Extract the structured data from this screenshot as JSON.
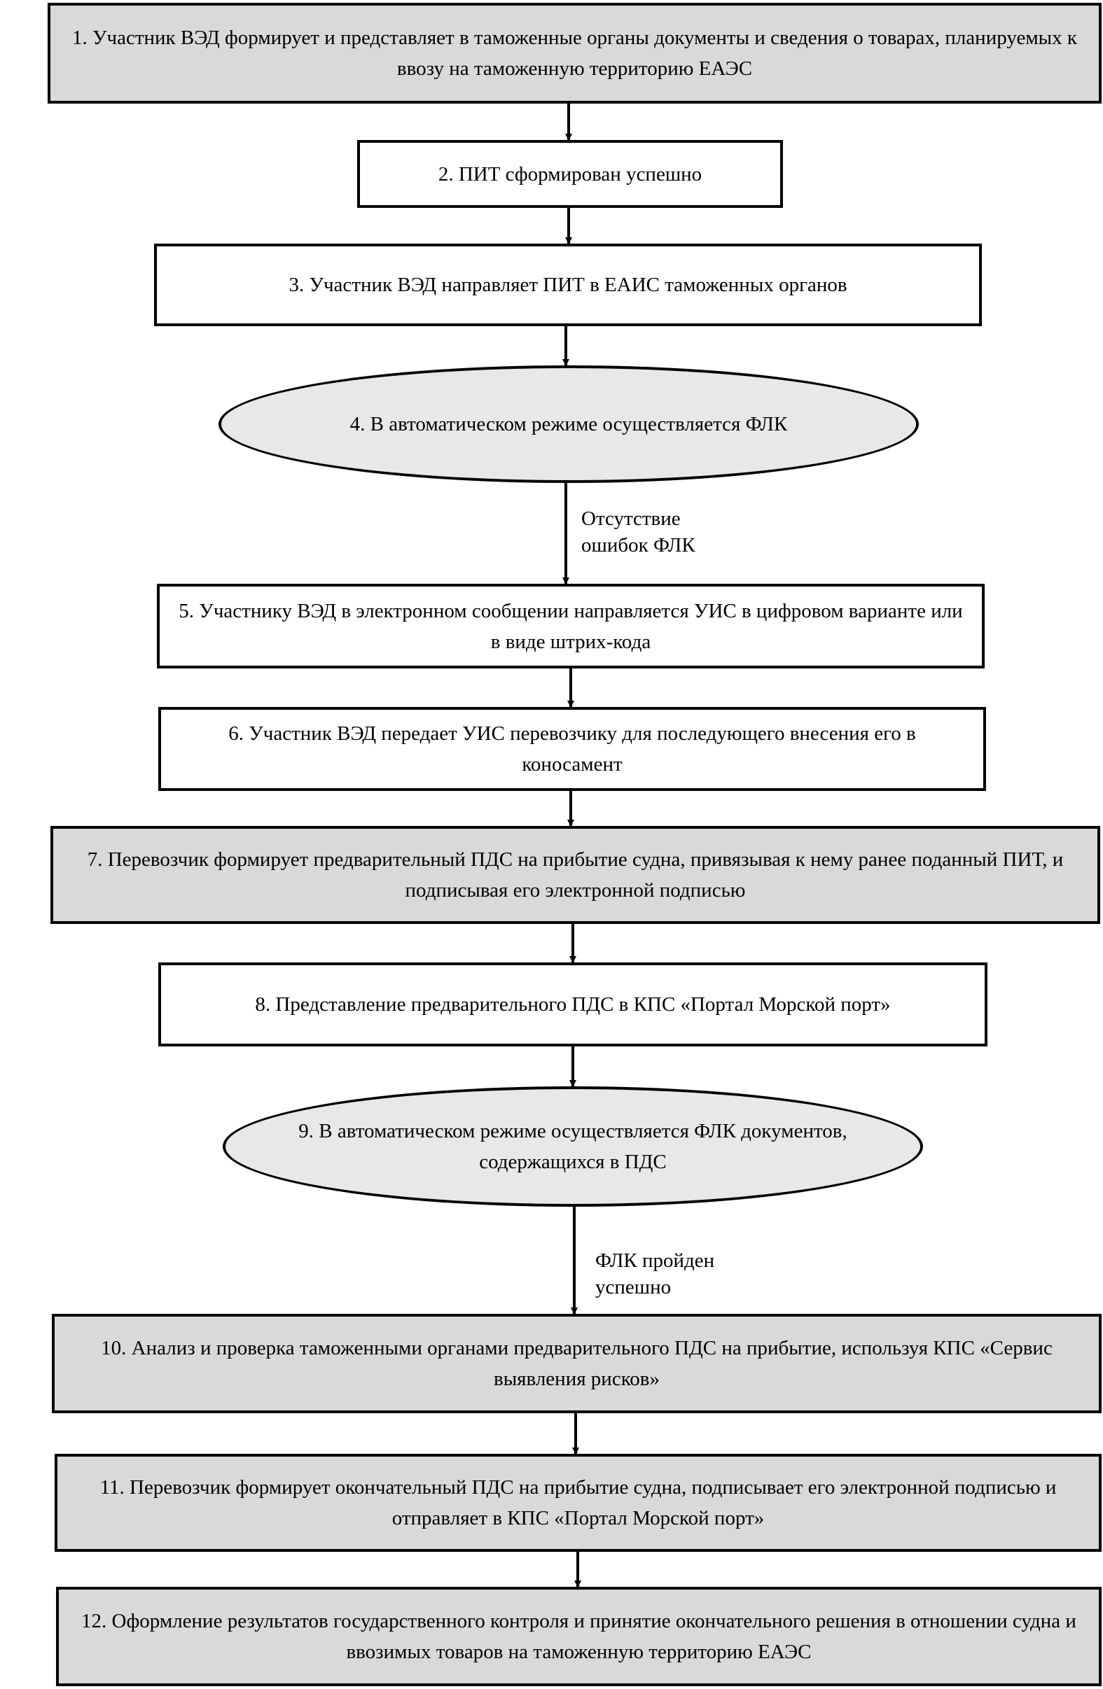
{
  "flowchart": {
    "steps": [
      "1. Участник ВЭД формирует и представляет в таможенные органы документы и сведения о товарах, планируемых к ввозу на таможенную территорию ЕАЭС",
      "2. ПИТ сформирован успешно",
      "3. Участник ВЭД направляет ПИТ в ЕАИС таможенных органов",
      "4. В автоматическом режиме осуществляется ФЛК",
      "5. Участнику ВЭД в электронном сообщении направляется УИС в цифровом варианте или в виде штрих-кода",
      "6. Участник ВЭД передает УИС перевозчику для последующего внесения его в коносамент",
      "7. Перевозчик формирует предварительный ПДС на прибытие судна, привязывая к нему ранее поданный ПИТ, и подписывая его электронной подписью",
      "8. Представление предварительного ПДС в КПС «Портал Морской порт»",
      "9. В автоматическом режиме осуществляется ФЛК документов, содержащихся в ПДС",
      "10. Анализ и проверка таможенными органами предварительного ПДС на прибытие, используя КПС «Сервис выявления рисков»",
      "11. Перевозчик формирует окончательный ПДС на прибытие судна, подписывает его электронной подписью и отправляет в КПС «Портал Морской порт»",
      "12. Оформление результатов государственного контроля и принятие окончательного решения в отношении судна и ввозимых товаров на таможенную территорию ЕАЭС"
    ],
    "edge_labels": {
      "after_step_4": "Отсутствие ошибок ФЛК",
      "after_step_9": "ФЛК пройден успешно"
    }
  }
}
